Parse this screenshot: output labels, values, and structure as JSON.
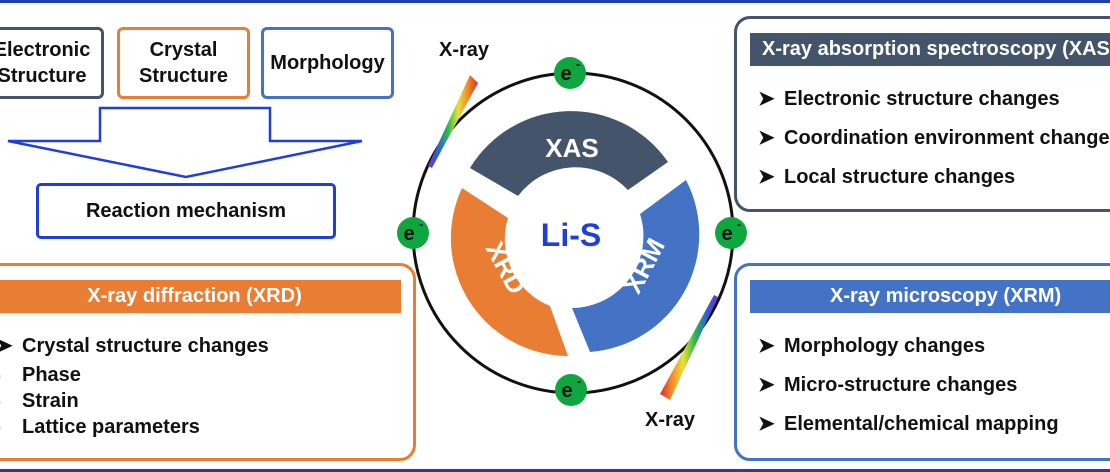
{
  "top_boxes": {
    "electronic": "Electronic\nStructure",
    "crystal": "Crystal\nStructure",
    "morphology": "Morphology"
  },
  "reaction": "Reaction mechanism",
  "xrd": {
    "title": "X-ray diffraction (XRD)",
    "main": "Crystal structure changes",
    "subs": [
      "Phase",
      "Strain",
      "Lattice parameters"
    ]
  },
  "xas": {
    "title": "X-ray absorption spectroscopy (XAS)",
    "items": [
      "Electronic structure changes",
      "Coordination environment changes",
      "Local structure changes"
    ]
  },
  "xrm": {
    "title": "X-ray microscopy (XRM)",
    "items": [
      "Morphology changes",
      "Micro-structure changes",
      "Elemental/chemical mapping"
    ]
  },
  "wheel": {
    "center": "Li-S",
    "xas": "XAS",
    "xrd": "XRD",
    "xrm": "XRM",
    "xray_top": "X-ray",
    "xray_bottom": "X-ray",
    "electron": "e",
    "electron_sup": "-"
  },
  "colors": {
    "navy": "#2e3f66",
    "orange": "#ea7d34",
    "blue": "#4472c4",
    "xas_slate": "#44546a",
    "border_blue": "#1f3fd6",
    "electron_green": "#0fa640"
  },
  "icons": {
    "arrow": "down-arrow-icon",
    "bullet": "arrowhead-bullet-icon",
    "square": "square-bullet-icon"
  }
}
